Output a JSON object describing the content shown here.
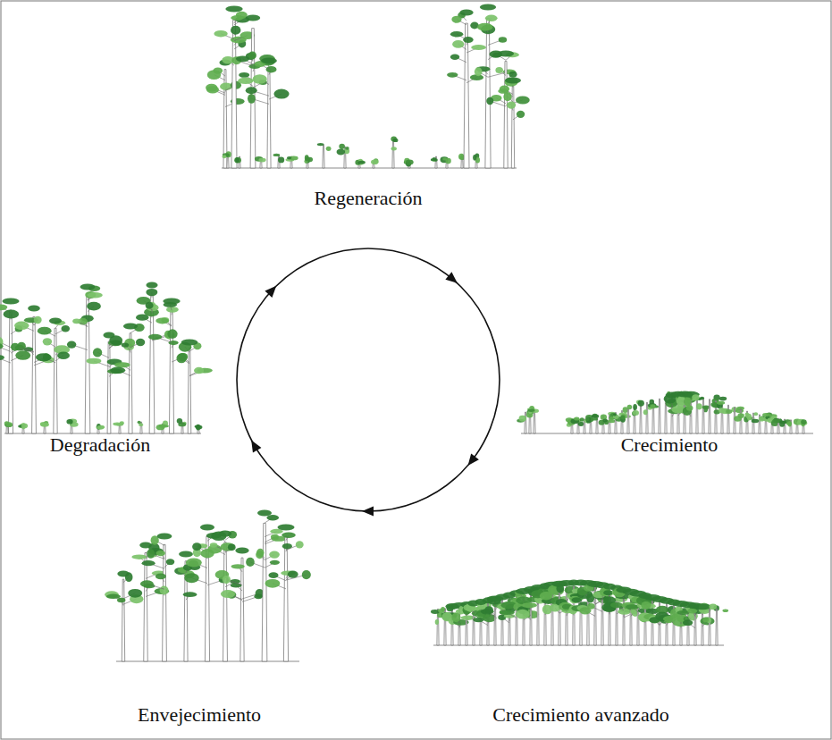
{
  "diagram": {
    "labels": [
      "Regeneración",
      "Degradación",
      "Crecimiento",
      "Envejecimiento",
      "Crecimiento avanzado"
    ]
  }
}
